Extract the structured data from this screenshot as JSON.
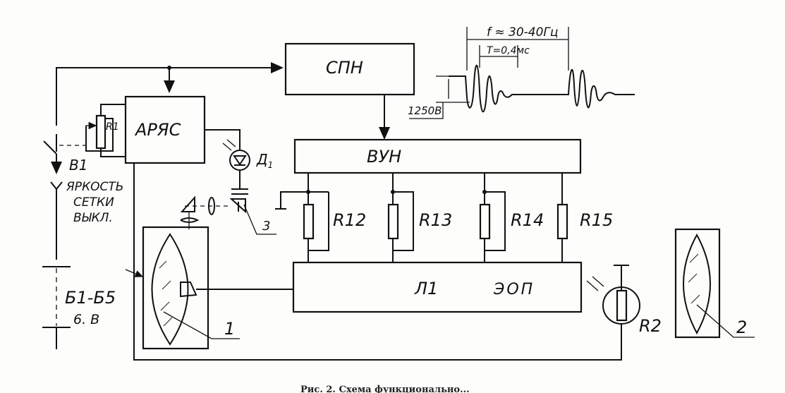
{
  "blocks": {
    "spn": "СПН",
    "vun": "ВУН",
    "aryas": "АРЯС",
    "l1": "Л1",
    "eop": "ЭОП"
  },
  "resistors": {
    "r1": "R1",
    "r12": "R12",
    "r13": "R13",
    "r14": "R14",
    "r15": "R15",
    "r2": "R2"
  },
  "components": {
    "d1": "Д",
    "d1_sub": "1",
    "b1": "В1",
    "battery": "Б1-Б5",
    "battery_voltage": "6. В",
    "label_1": "1",
    "label_2": "2",
    "label_3": "3"
  },
  "switch_note": [
    "ЯРКОСТЬ",
    "СЕТКИ",
    "ВЫКЛ."
  ],
  "waveform": {
    "frequency": "f ≈ 30-40Гц",
    "period": "T=0,4мс",
    "amplitude": "1250В"
  },
  "caption": "Рис. 2. Схема функционально..."
}
